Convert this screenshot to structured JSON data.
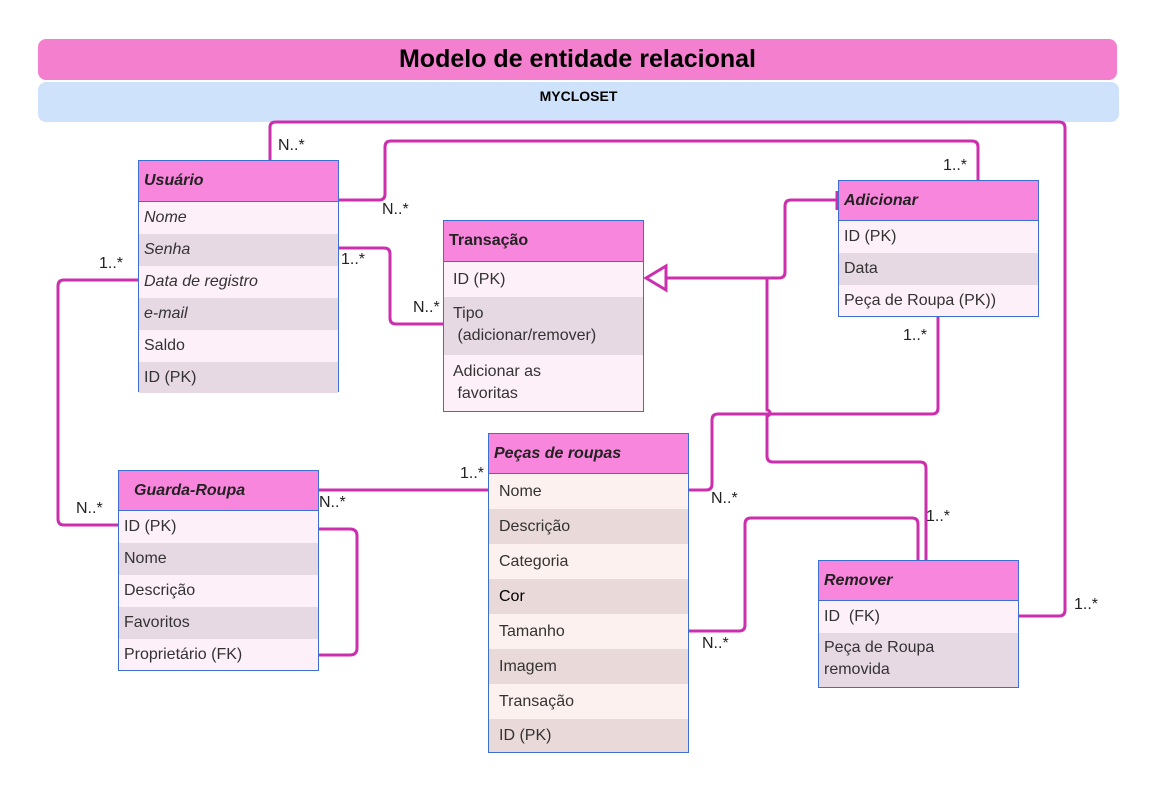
{
  "title": "Modelo de entidade relacional",
  "subtitle": "MYCLOSET",
  "colors": {
    "line": "#cc2fae",
    "header": "#f986dd",
    "border": "#3d6fd0"
  },
  "entities": {
    "usuario": {
      "title": "Usuário",
      "rows": [
        "Nome",
        "Senha",
        "Data de registro",
        "e-mail",
        "Saldo",
        "ID (PK)"
      ]
    },
    "transacao": {
      "title": "Transação",
      "rows": [
        "ID (PK)",
        "Tipo\n (adicionar/remover)",
        "Adicionar as\n favoritas"
      ]
    },
    "adicionar": {
      "title": "Adicionar",
      "rows": [
        "ID (PK)",
        "Data",
        "Peça de Roupa (PK))"
      ]
    },
    "guarda_roupa": {
      "title": "Guarda-Roupa",
      "rows": [
        "ID (PK)",
        "Nome",
        "Descrição",
        "Favoritos",
        "Proprietário (FK)"
      ]
    },
    "pecas": {
      "title": "Peças de roupas",
      "rows": [
        "Nome",
        "Descrição",
        "Categoria",
        "Cor",
        "Tamanho",
        "Imagem",
        "Transação",
        "ID (PK)"
      ]
    },
    "remover": {
      "title": "Remover",
      "rows": [
        "ID  (FK)",
        "Peça de Roupa\nremovida"
      ]
    }
  },
  "multiplicities": {
    "m1": "N..*",
    "m2": "1..*",
    "m3": "N..*",
    "m4": "1..*",
    "m5": "N..*",
    "m6": "1..*",
    "m7": "1..*",
    "m8": "N..*",
    "m9": "N..*",
    "m10": "1..*",
    "m11": "N..*",
    "m12": "1..*",
    "m13": "N..*",
    "m14": "1..*"
  }
}
